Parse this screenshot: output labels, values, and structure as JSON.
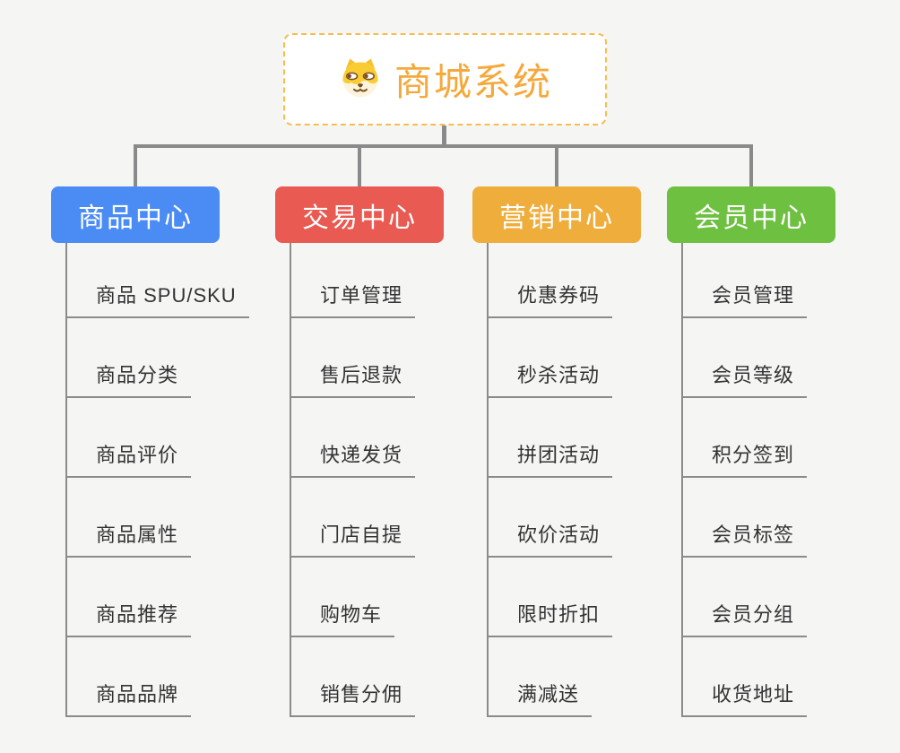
{
  "root": {
    "title": "商城系统",
    "icon": "shiba-dog-icon"
  },
  "palette": {
    "background": "#F5F5F4",
    "root_text": "#F5A93C",
    "root_border": "#F8BC4D",
    "connector": "#8A8A8A",
    "leaf_line": "#8B8B8B",
    "leaf_text": "#333333"
  },
  "branches": [
    {
      "label": "商品中心",
      "color": "#4A8BF4",
      "items": [
        "商品 SPU/SKU",
        "商品分类",
        "商品评价",
        "商品属性",
        "商品推荐",
        "商品品牌"
      ]
    },
    {
      "label": "交易中心",
      "color": "#E85A52",
      "items": [
        "订单管理",
        "售后退款",
        "快递发货",
        "门店自提",
        "购物车",
        "销售分佣"
      ]
    },
    {
      "label": "营销中心",
      "color": "#EFAD3C",
      "items": [
        "优惠券码",
        "秒杀活动",
        "拼团活动",
        "砍价活动",
        "限时折扣",
        "满减送"
      ]
    },
    {
      "label": "会员中心",
      "color": "#6EC041",
      "items": [
        "会员管理",
        "会员等级",
        "积分签到",
        "会员标签",
        "会员分组",
        "收货地址"
      ]
    }
  ]
}
